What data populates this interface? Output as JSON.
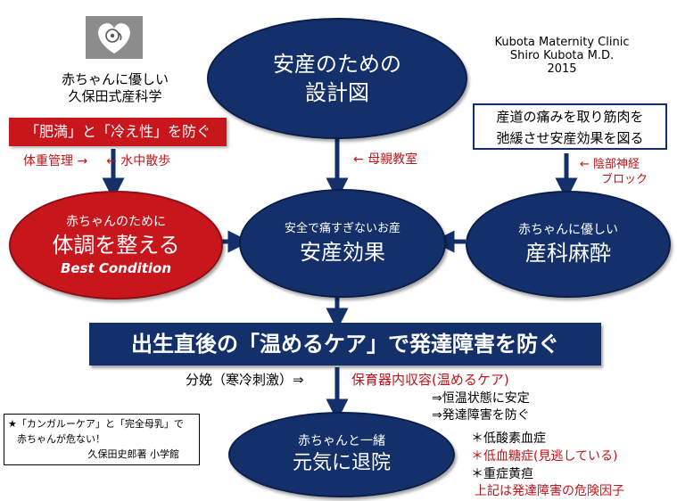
{
  "logo": {
    "icon": "heart-baby-icon"
  },
  "clinic": {
    "name": "Kubota  Maternity Clinic",
    "doctor": "Shiro Kubota M.D.",
    "year": "2015"
  },
  "left_caption": {
    "line1": "赤ちゃんに優しい",
    "line2": "久保田式産科学"
  },
  "top_oval": {
    "line1": "安産のための",
    "line2": "設計図"
  },
  "obesity_box": {
    "text": "「肥満」と「冷え性」を防ぐ"
  },
  "weight_labels": {
    "weight": "体重管理",
    "water": "水中散歩"
  },
  "mother_class": "母親教室",
  "right_box": {
    "line1": "産道の痛みを取り筋肉を",
    "line2": "弛緩させ安産効果を図る"
  },
  "epidural": {
    "line1": "陰部神経",
    "line2": "ブロック"
  },
  "left_oval": {
    "line1": "赤ちゃんのために",
    "line2": "体調を整える",
    "line3": "Best Condition"
  },
  "center_oval": {
    "line1": "安全で痛すぎないお産",
    "line2": "安産効果"
  },
  "right_oval": {
    "line1": "赤ちゃんに優しい",
    "line2": "産科麻酔"
  },
  "banner": {
    "text": "出生直後の「温めるケア」で発達障害を防ぐ"
  },
  "delivery": {
    "left": "分娩（寒冷刺激）⇒",
    "right": "保育器内収容(温めるケア)"
  },
  "effects": [
    "⇒恒温状態に安定",
    "⇒発達障害を防ぐ"
  ],
  "risks": [
    {
      "text": "＊低酸素血症",
      "color": "#000000"
    },
    {
      "text": "＊低血糖症(見逃している)",
      "color": "#c0141b"
    },
    {
      "text": "＊重症黄疸",
      "color": "#000000"
    }
  ],
  "risk_note": "上記は発達障害の危険因子",
  "bottom_oval": {
    "line1": "赤ちゃんと一緒",
    "line2": "元気に退院"
  },
  "book": {
    "line1": "★「カンガルーケア」と「完全母乳」で",
    "line2": "赤ちゃんが危ない！",
    "line3": "久保田史郎著 小学館"
  },
  "colors": {
    "navy": "#14306b",
    "red": "#c8161d",
    "red_text": "#c0141b"
  }
}
